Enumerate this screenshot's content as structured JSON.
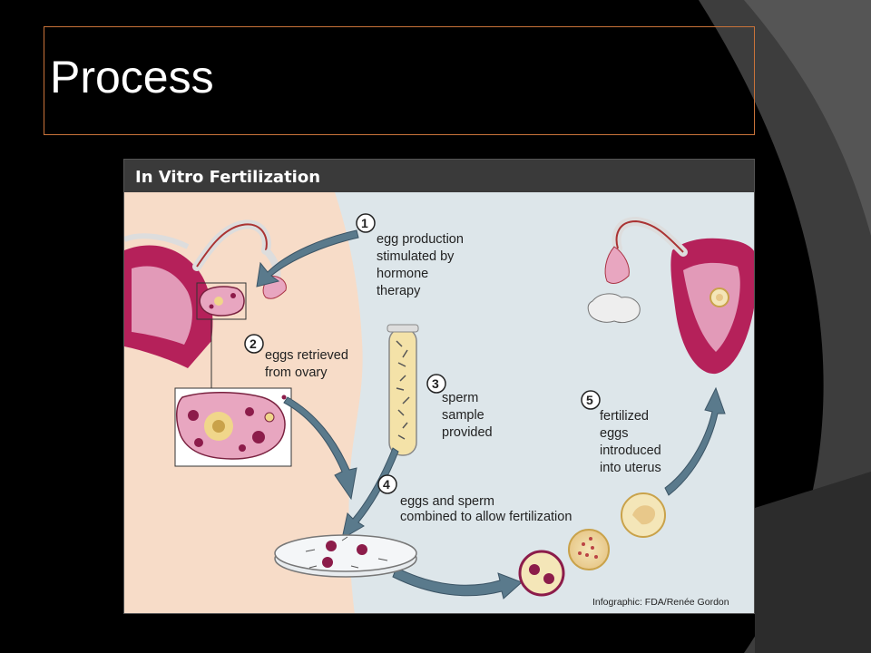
{
  "slide": {
    "title": "Process"
  },
  "figure": {
    "title": "In Vitro Fertilization",
    "credit": "Infographic: FDA/Renée Gordon",
    "steps": [
      {
        "number": "1",
        "lines": [
          "egg production",
          "stimulated by",
          "hormone",
          "therapy"
        ]
      },
      {
        "number": "2",
        "lines": [
          "eggs retrieved",
          "from ovary"
        ]
      },
      {
        "number": "3",
        "lines": [
          "sperm",
          "sample",
          "provided"
        ]
      },
      {
        "number": "4",
        "lines": [
          "eggs and sperm",
          "combined to allow fertilization"
        ]
      },
      {
        "number": "5",
        "lines": [
          "fertilized",
          "eggs",
          "introduced",
          "into uterus"
        ]
      }
    ]
  },
  "colors": {
    "slide_background": "#000000",
    "title_border": "#c9733a",
    "figure_header": "#3a3a3a",
    "body_skin": "#f7dcc8",
    "lab_background": "#dde6ea",
    "uterus": "#b5215a",
    "egg_pink": "#e2a3c0",
    "arrow": "#5a7a8c"
  }
}
